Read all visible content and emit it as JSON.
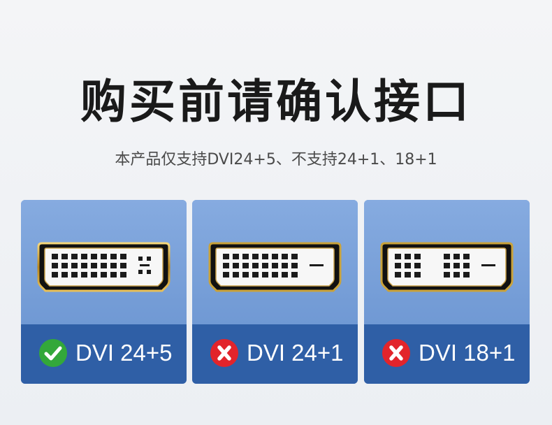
{
  "title": "购买前请确认接口",
  "subtitle": "本产品仅支持DVI24+5、不支持24+1、18+1",
  "cards": [
    {
      "label": "DVI 24+5",
      "status": "supported",
      "status_color": "#33a83a"
    },
    {
      "label": "DVI 24+1",
      "status": "unsupported",
      "status_color": "#e2242b"
    },
    {
      "label": "DVI 18+1",
      "status": "unsupported",
      "status_color": "#e2242b"
    }
  ],
  "colors": {
    "card_top": "#7aa0d8",
    "card_bottom": "#2f5fa6",
    "connector_gold": "#c9a23a"
  }
}
